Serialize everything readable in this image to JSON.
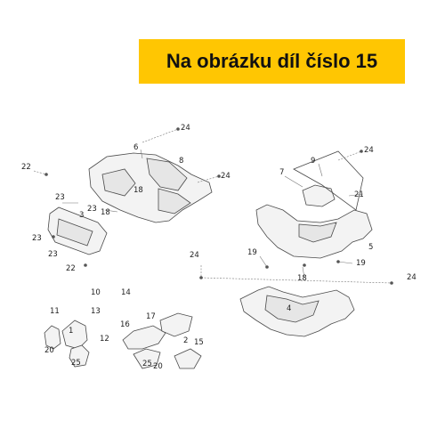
{
  "banner": {
    "text": "Na obrázku díl číslo 15",
    "background": "#ffc602"
  },
  "callouts": {
    "c1": "1",
    "c2": "2",
    "c3": "3",
    "c4": "4",
    "c5": "5",
    "c6": "6",
    "c7": "7",
    "c8": "8",
    "c9": "9",
    "c10": "10",
    "c11": "11",
    "c12": "12",
    "c13": "13",
    "c14": "14",
    "c15": "15",
    "c16": "16",
    "c17": "17",
    "c18a": "18",
    "c18b": "18",
    "c18c": "18",
    "c19a": "19",
    "c19b": "19",
    "c20a": "20",
    "c20b": "20",
    "c21": "21",
    "c22a": "22",
    "c22b": "22",
    "c23a": "23",
    "c23b": "23",
    "c23c": "23",
    "c23d": "23",
    "c24a": "24",
    "c24b": "24",
    "c24c": "24",
    "c24d": "24",
    "c24e": "24",
    "c25a": "25",
    "c25b": "25"
  }
}
